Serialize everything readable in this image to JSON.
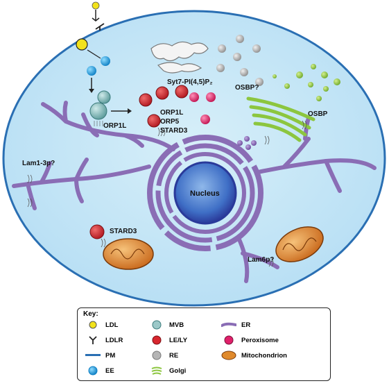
{
  "labels": {
    "orp1l_top": "ORP1L",
    "syt7": "Syt7-PI(4,5)P₂",
    "orp1l_mid": "ORP1L",
    "orp5": "ORP5",
    "stard3_mid": "STARD3",
    "osbp_q": "OSBP?",
    "osbp": "OSBP",
    "lam13p": "Lam1-3p?",
    "nucleus": "Nucleus",
    "stard3_low": "STARD3",
    "lam6p": "Lam6p?"
  },
  "key": {
    "title": "Key:",
    "items": [
      {
        "label": "LDL",
        "icon": "ldl-icon"
      },
      {
        "label": "LDLR",
        "icon": "ldlr-icon"
      },
      {
        "label": "PM",
        "icon": "pm-icon"
      },
      {
        "label": "EE",
        "icon": "ee-icon"
      },
      {
        "label": "MVB",
        "icon": "mvb-icon"
      },
      {
        "label": "LE/LY",
        "icon": "le-ly-icon"
      },
      {
        "label": "RE",
        "icon": "re-icon"
      },
      {
        "label": "Golgi",
        "icon": "golgi-icon"
      },
      {
        "label": "ER",
        "icon": "er-icon"
      },
      {
        "label": "Peroxisome",
        "icon": "peroxisome-icon"
      },
      {
        "label": "Mitochondrion",
        "icon": "mitochondrion-icon"
      }
    ]
  },
  "colors": {
    "cytoplasm": "#bfe4f7",
    "membrane": "#2a6fb3",
    "er": "#8a6db5",
    "nucleus_outer": "#3d46a8",
    "ldl": "#f2e21b",
    "ee": "#1fa3e0",
    "le_ly": "#d8262e",
    "peroxisome": "#e0206a",
    "re": "#b5b5b5",
    "golgi": "#8cc63f",
    "mitochondrion": "#e08a2c"
  }
}
